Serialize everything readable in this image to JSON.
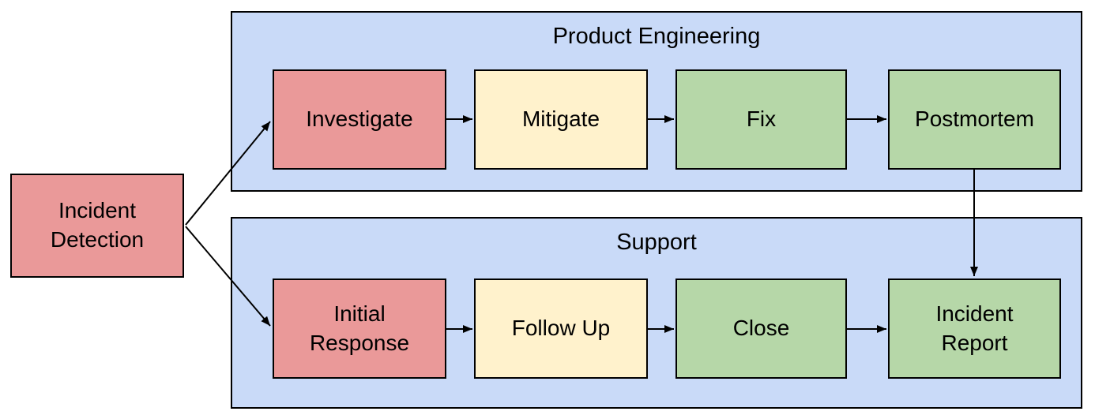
{
  "diagram": {
    "type": "flowchart",
    "background": "#ffffff",
    "stroke_color": "#000000",
    "groups": {
      "product_engineering": {
        "title": "Product Engineering",
        "color": "#c9daf8"
      },
      "support": {
        "title": "Support",
        "color": "#c9daf8"
      }
    },
    "nodes": {
      "incident_detection": {
        "label": "Incident\nDetection",
        "color": "#ea9999",
        "group": null
      },
      "investigate": {
        "label": "Investigate",
        "color": "#ea9999",
        "group": "product_engineering"
      },
      "mitigate": {
        "label": "Mitigate",
        "color": "#fff2cc",
        "group": "product_engineering"
      },
      "fix": {
        "label": "Fix",
        "color": "#b6d7a8",
        "group": "product_engineering"
      },
      "postmortem": {
        "label": "Postmortem",
        "color": "#b6d7a8",
        "group": "product_engineering"
      },
      "initial_response": {
        "label": "Initial\nResponse",
        "color": "#ea9999",
        "group": "support"
      },
      "follow_up": {
        "label": "Follow Up",
        "color": "#fff2cc",
        "group": "support"
      },
      "close": {
        "label": "Close",
        "color": "#b6d7a8",
        "group": "support"
      },
      "incident_report": {
        "label": "Incident\nReport",
        "color": "#b6d7a8",
        "group": "support"
      }
    },
    "edges": [
      {
        "from": "incident_detection",
        "to": "investigate"
      },
      {
        "from": "incident_detection",
        "to": "initial_response"
      },
      {
        "from": "investigate",
        "to": "mitigate"
      },
      {
        "from": "mitigate",
        "to": "fix"
      },
      {
        "from": "fix",
        "to": "postmortem"
      },
      {
        "from": "postmortem",
        "to": "incident_report"
      },
      {
        "from": "initial_response",
        "to": "follow_up"
      },
      {
        "from": "follow_up",
        "to": "close"
      },
      {
        "from": "close",
        "to": "incident_report"
      }
    ]
  }
}
